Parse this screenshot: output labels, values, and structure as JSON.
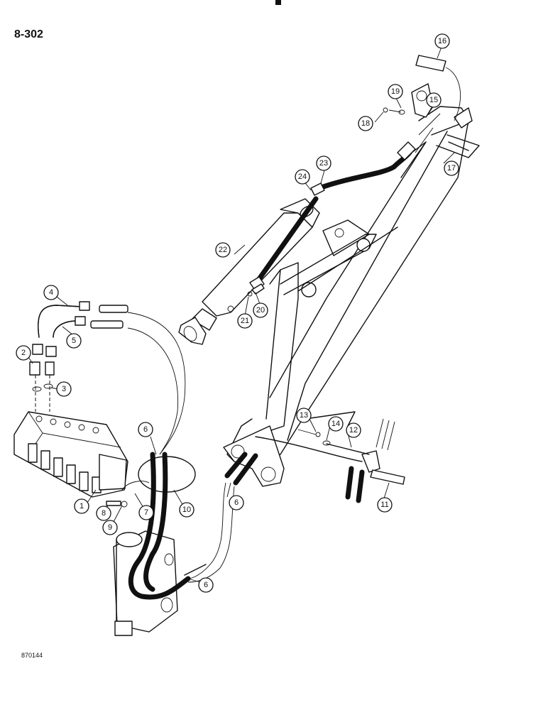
{
  "page": {
    "page_number": "8-302",
    "figure_code": "870144"
  },
  "callouts": [
    {
      "id": "c1",
      "label": "1"
    },
    {
      "id": "c2",
      "label": "2"
    },
    {
      "id": "c3",
      "label": "3"
    },
    {
      "id": "c4",
      "label": "4"
    },
    {
      "id": "c5",
      "label": "5"
    },
    {
      "id": "c6a",
      "label": "6"
    },
    {
      "id": "c6b",
      "label": "6"
    },
    {
      "id": "c6c",
      "label": "6"
    },
    {
      "id": "c7",
      "label": "7"
    },
    {
      "id": "c8",
      "label": "8"
    },
    {
      "id": "c9",
      "label": "9"
    },
    {
      "id": "c10",
      "label": "10"
    },
    {
      "id": "c11",
      "label": "11"
    },
    {
      "id": "c12",
      "label": "12"
    },
    {
      "id": "c13",
      "label": "13"
    },
    {
      "id": "c14",
      "label": "14"
    },
    {
      "id": "c15",
      "label": "15"
    },
    {
      "id": "c16",
      "label": "16"
    },
    {
      "id": "c17",
      "label": "17"
    },
    {
      "id": "c18",
      "label": "18"
    },
    {
      "id": "c19",
      "label": "19"
    },
    {
      "id": "c20",
      "label": "20"
    },
    {
      "id": "c21",
      "label": "21"
    },
    {
      "id": "c22",
      "label": "22"
    },
    {
      "id": "c23",
      "label": "23"
    },
    {
      "id": "c24",
      "label": "24"
    }
  ]
}
